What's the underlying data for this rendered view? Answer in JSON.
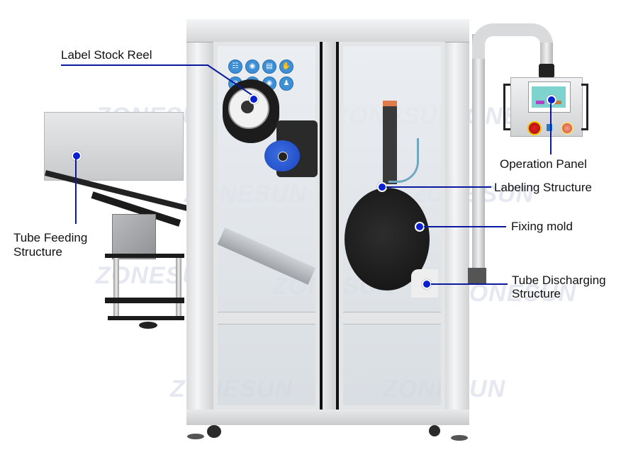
{
  "diagram": {
    "subject": "Tube labeling machine",
    "watermark": "ZONESUN",
    "accent_color": "#0a1fd0",
    "callouts": [
      {
        "id": "label-stock-reel",
        "label": "Label Stock Reel"
      },
      {
        "id": "tube-feeding-structure",
        "label_line1": "Tube Feeding",
        "label_line2": "Structure"
      },
      {
        "id": "operation-panel",
        "label": "Operation Panel"
      },
      {
        "id": "labeling-structure",
        "label": "Labeling Structure"
      },
      {
        "id": "fixing-mold",
        "label": "Fixing mold"
      },
      {
        "id": "tube-discharging-structure",
        "label_line1": "Tube Discharging",
        "label_line2": "Structure"
      }
    ],
    "safety_icons": [
      "read-manual-icon",
      "hearing-protection-icon",
      "protective-clothing-icon",
      "gloves-icon",
      "no-entry-icon",
      "head-protection-icon",
      "face-mask-icon",
      "full-body-suit-icon"
    ]
  }
}
